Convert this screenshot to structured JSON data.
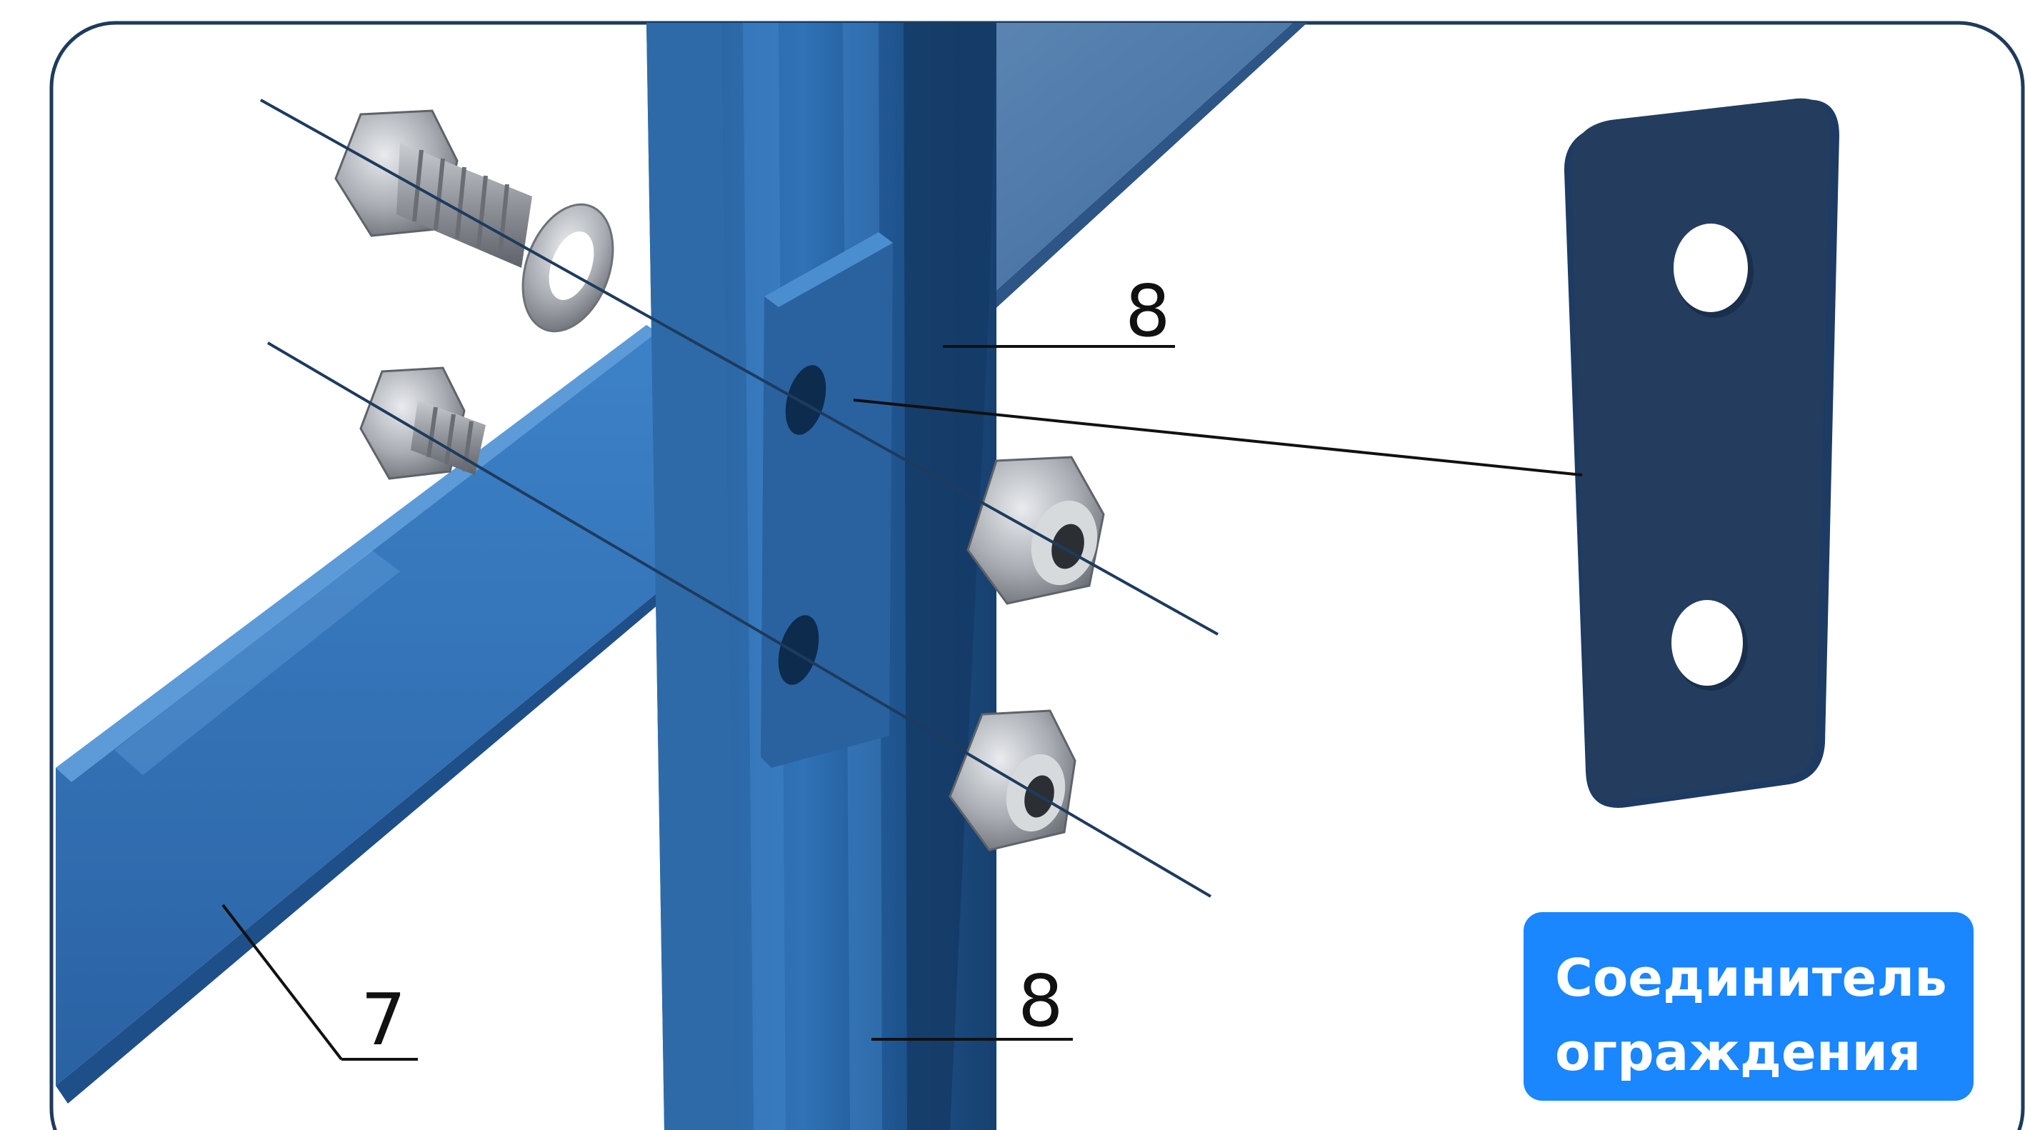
{
  "callouts": {
    "top_right_rail": "8",
    "left_rail": "7",
    "bottom_post": "8"
  },
  "badge": {
    "line1": "Соединитель",
    "line2": "ограждения",
    "color": "#1a86ff"
  },
  "colors": {
    "frame_border": "#1f3b5c",
    "steel_blue": "#2e6fb4",
    "steel_blue_dark": "#1c4f8a",
    "plate_navy": "#243d5f",
    "hardware_grey": "#9a9ea5",
    "leader_line": "#1d3b5e"
  },
  "parts": {
    "rail": "rail",
    "post": "post",
    "connector_plate": "connector-plate",
    "bolt": "hex-bolt",
    "washer": "washer",
    "nut": "lock-nut"
  }
}
